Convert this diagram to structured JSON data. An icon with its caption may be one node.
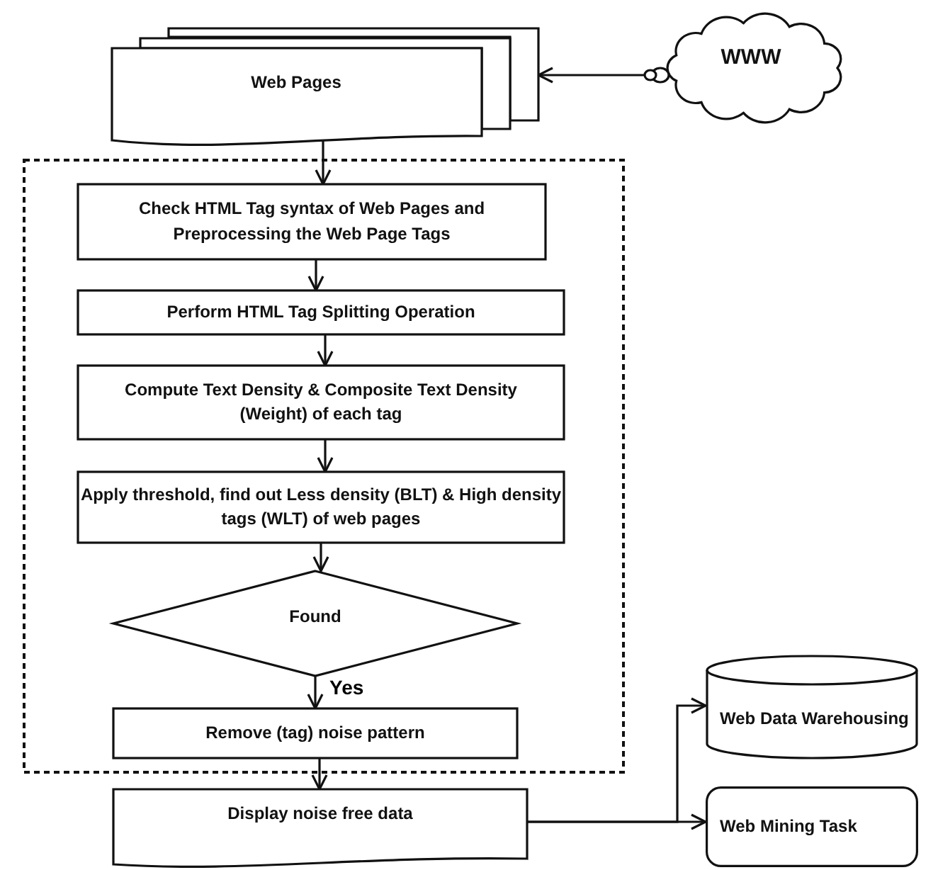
{
  "diagram": {
    "nodes": [
      {
        "text": [
          "Web Pages"
        ]
      },
      {
        "text": [
          "WWW"
        ]
      },
      {
        "text": [],
        "shape": "box"
      },
      {
        "text": [
          "Check HTML Tag syntax of Web Pages and Preprocessing the Web Page Tags"
        ],
        "in": 2
      },
      {
        "text": [
          "Perform HTML Tag Splitting Operation"
        ],
        "in": 2
      },
      {
        "text": [
          "Compute Text Density & Composite Text Density (Weight) of each tag"
        ],
        "in": 2
      },
      {
        "text": [
          "Apply threshold, find out Less density (BLT) & High density tags (WLT) of web pages"
        ],
        "in": 2
      },
      {
        "text": [
          "Found"
        ],
        "in": 2
      },
      {
        "text": [
          "Remove (tag) noise pattern"
        ],
        "in": 2
      },
      {
        "text": [
          "Display noise free data"
        ]
      },
      {
        "text": [
          "Web Data Warehousing"
        ]
      },
      {
        "text": [
          "Web Mining Task"
        ]
      }
    ],
    "edges": [
      {
        "from": 1,
        "to": 0,
        "arrow": "to"
      },
      {
        "from": 0,
        "to": 3,
        "arrow": "to"
      },
      {
        "from": 3,
        "to": 4,
        "arrow": "to"
      },
      {
        "from": 4,
        "to": 5,
        "arrow": "to"
      },
      {
        "from": 5,
        "to": 6,
        "arrow": "to"
      },
      {
        "from": 6,
        "to": 7,
        "arrow": "to"
      },
      {
        "from": 7,
        "to": 8,
        "arrow": "to",
        "label": "Yes"
      },
      {
        "from": 8,
        "to": 9,
        "arrow": "to"
      },
      {
        "from": 9,
        "to": 10,
        "arrow": "to"
      },
      {
        "from": 9,
        "to": 11,
        "arrow": "to"
      }
    ]
  }
}
